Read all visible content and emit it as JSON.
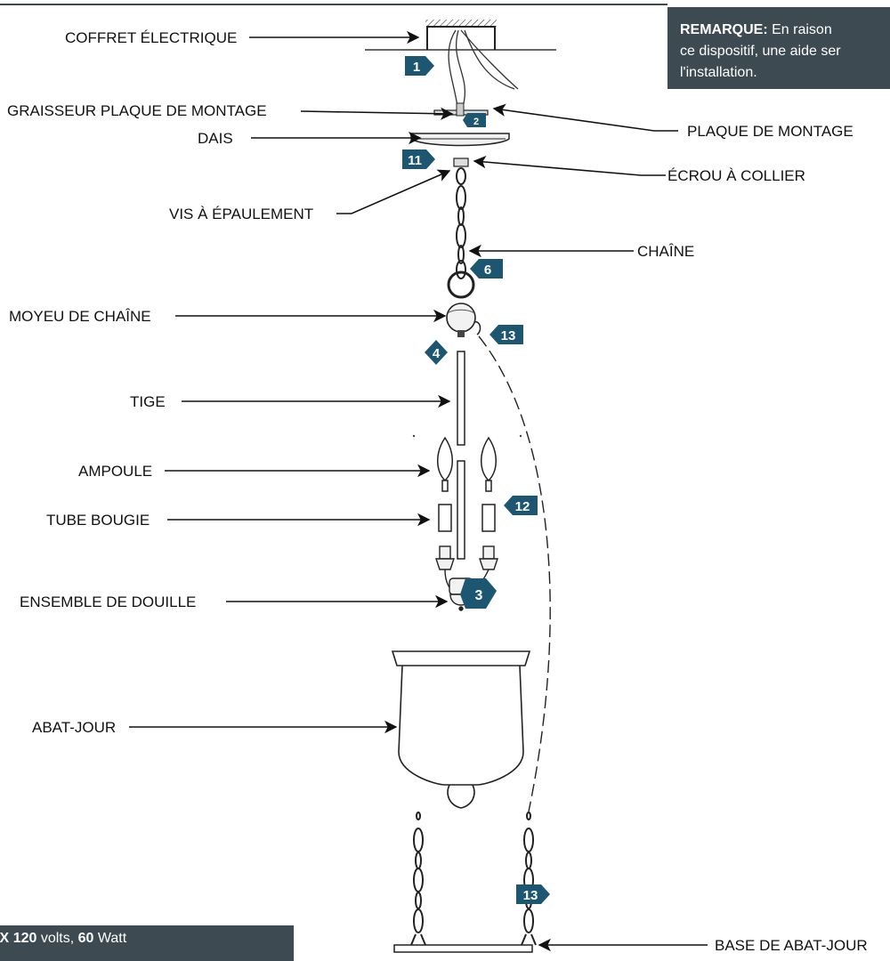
{
  "note": {
    "label": "REMARQUE:",
    "line1": " En raison",
    "line2": "ce dispositif, une aide ser",
    "line3": "l'installation."
  },
  "max_box": {
    "prefix": "AX",
    "volts_value": "120",
    "volts_unit": " volts, ",
    "watt_value": "60",
    "watt_unit": " Watt"
  },
  "labels": {
    "coffret": "COFFRET ÉLECTRIQUE",
    "graisseur": "GRAISSEUR PLAQUE DE MONTAGE",
    "dais": "DAIS",
    "plaque": "PLAQUE DE MONTAGE",
    "ecrou": "ÉCROU À COLLIER",
    "vis": "VIS À ÉPAULEMENT",
    "chaine": "CHAÎNE",
    "moyeu": "MOYEU DE CHAÎNE",
    "tige": "TIGE",
    "ampoule": "AMPOULE",
    "tube": "TUBE BOUGIE",
    "douille": "ENSEMBLE DE DOUILLE",
    "abat": "ABAT-JOUR",
    "base": "BASE DE ABAT-JOUR"
  },
  "steps": {
    "s1": "1",
    "s2": "2",
    "s11": "11",
    "s6": "6",
    "s13a": "13",
    "s4": "4",
    "s12": "12",
    "s3": "3",
    "s13b": "13"
  },
  "colors": {
    "badge": "#1c5670",
    "box": "#3d4a52",
    "line": "#111111"
  }
}
